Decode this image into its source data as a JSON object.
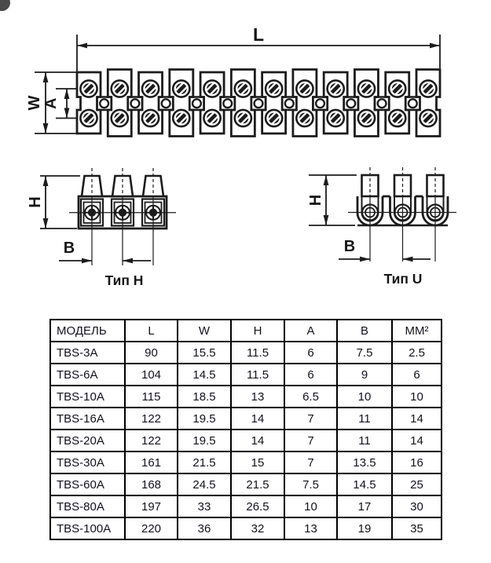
{
  "page": {
    "background": "#ffffff"
  },
  "diagram": {
    "line_color": "#1c1c1c",
    "top_view": {
      "terminal_count": 12,
      "mounting_hole_count": 11,
      "screw_rows": 2,
      "labels": {
        "length": "L",
        "width": "W",
        "pitch": "A"
      }
    },
    "side_views": [
      {
        "label": "Тип H",
        "height_label": "H",
        "spacing_label": "B",
        "unit_count": 3
      },
      {
        "label": "Тип U",
        "height_label": "H",
        "spacing_label": "B",
        "unit_count": 3
      }
    ]
  },
  "table": {
    "headers": [
      "МОДЕЛЬ",
      "L",
      "W",
      "H",
      "A",
      "B",
      "ММ²"
    ],
    "rows": [
      [
        "TBS-3A",
        "90",
        "15.5",
        "11.5",
        "6",
        "7.5",
        "2.5"
      ],
      [
        "TBS-6A",
        "104",
        "14.5",
        "11.5",
        "6",
        "9",
        "6"
      ],
      [
        "TBS-10A",
        "115",
        "18.5",
        "13",
        "6.5",
        "10",
        "10"
      ],
      [
        "TBS-16A",
        "122",
        "19.5",
        "14",
        "7",
        "11",
        "14"
      ],
      [
        "TBS-20A",
        "122",
        "19.5",
        "14",
        "7",
        "11",
        "14"
      ],
      [
        "TBS-30A",
        "161",
        "21.5",
        "15",
        "7",
        "13.5",
        "16"
      ],
      [
        "TBS-60A",
        "168",
        "24.5",
        "21.5",
        "7.5",
        "14.5",
        "25"
      ],
      [
        "TBS-80A",
        "197",
        "33",
        "26.5",
        "10",
        "17",
        "30"
      ],
      [
        "TBS-100A",
        "220",
        "36",
        "32",
        "13",
        "19",
        "35"
      ]
    ]
  }
}
